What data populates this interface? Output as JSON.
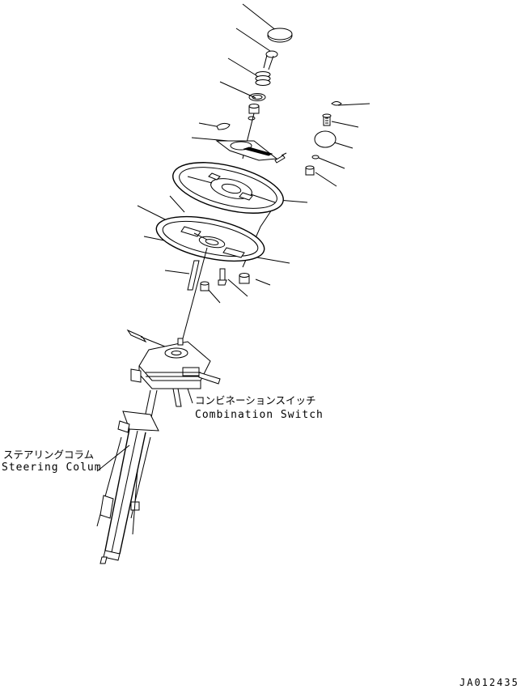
{
  "labels": {
    "combination_switch_jp": "コンビネーションスイッチ",
    "combination_switch_en": "Combination Switch",
    "steering_column_jp": "ステアリングコラム",
    "steering_column_en": "Steering Colum",
    "drawing_code": "JA012435"
  }
}
